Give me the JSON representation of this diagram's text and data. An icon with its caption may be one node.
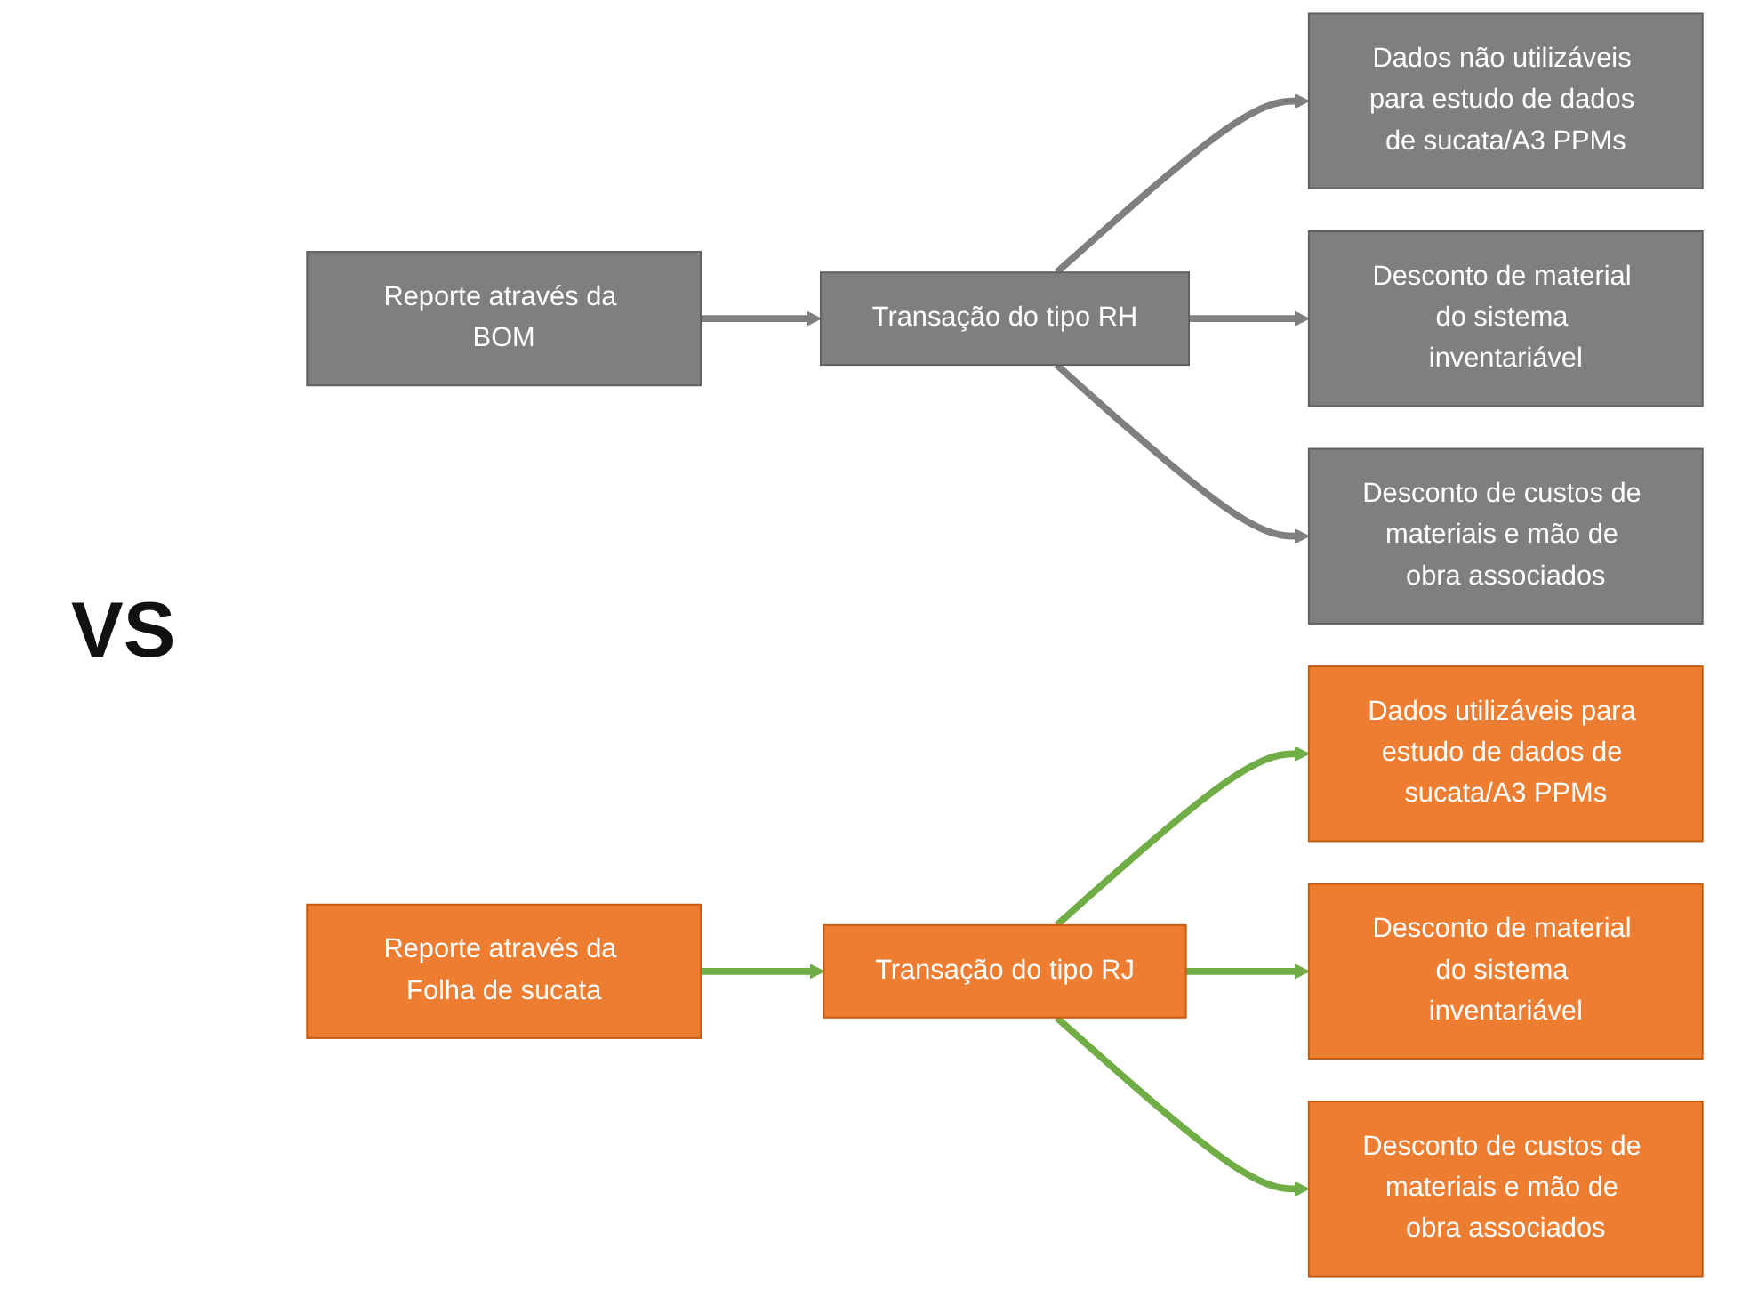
{
  "diagram": {
    "nodes": [
      {
        "text": [
          "Reporte através da BOM"
        ]
      },
      {
        "text": [
          "Transação do tipo RH"
        ]
      },
      {
        "text": [
          "Dados não utilizáveis para estudo de dados de sucata/A3 PPMs"
        ]
      },
      {
        "text": [
          "Desconto de material do sistema inventariável"
        ]
      },
      {
        "text": [
          "Desconto de custos de materiais e mão de obra associados"
        ]
      },
      {
        "text": [
          "Reporte através da Folha de sucata"
        ]
      },
      {
        "text": [
          "Transação do tipo RJ"
        ]
      },
      {
        "text": [
          "Dados utilizáveis para estudo de dados de sucata/A3 PPMs"
        ]
      },
      {
        "text": [
          "Desconto de material do sistema inventariável"
        ]
      },
      {
        "text": [
          "Desconto de custos de materiais e mão de obra associados"
        ]
      }
    ],
    "edges": [
      {
        "from": 0,
        "to": 1,
        "arrow": "to",
        "color": "#7f7f7f"
      },
      {
        "from": 1,
        "to": 2,
        "arrow": "to",
        "color": "#7f7f7f"
      },
      {
        "from": 1,
        "to": 3,
        "arrow": "to",
        "color": "#7f7f7f"
      },
      {
        "from": 1,
        "to": 4,
        "arrow": "to",
        "color": "#7f7f7f"
      },
      {
        "from": 5,
        "to": 6,
        "arrow": "to",
        "color": "#70ad47"
      },
      {
        "from": 6,
        "to": 7,
        "arrow": "to",
        "color": "#70ad47"
      },
      {
        "from": 6,
        "to": 8,
        "arrow": "to",
        "color": "#70ad47"
      },
      {
        "from": 6,
        "to": 9,
        "arrow": "to",
        "color": "#70ad47"
      }
    ],
    "labels": [
      "VS"
    ]
  }
}
